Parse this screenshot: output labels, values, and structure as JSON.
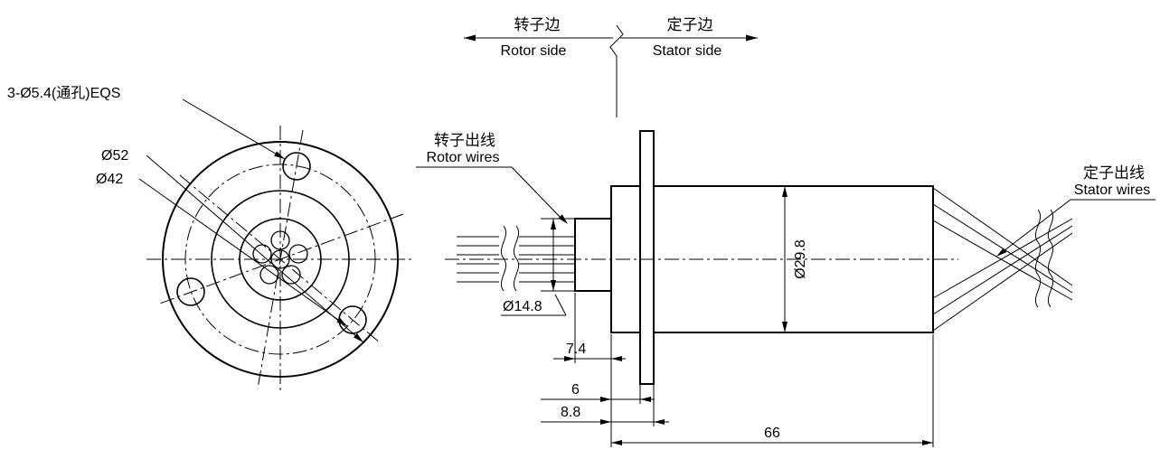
{
  "colors": {
    "ink": "#000000",
    "background": "#ffffff"
  },
  "front_view": {
    "hole_callout": "3-Ø5.4(通孔)EQS",
    "dim_outer": "Ø52",
    "dim_bolt_circle": "Ø42"
  },
  "side_view": {
    "rotor_side": {
      "zh": "转子边",
      "en": "Rotor side"
    },
    "stator_side": {
      "zh": "定子边",
      "en": "Stator side"
    },
    "rotor_wires": {
      "zh": "转子出线",
      "en": "Rotor wires"
    },
    "stator_wires": {
      "zh": "定子出线",
      "en": "Stator wires"
    },
    "dim_shaft": "Ø14.8",
    "dim_body": "Ø29.8",
    "dim_shaft_len": "7.4",
    "dim_flange_offset": "6",
    "dim_flange_total": "8.8",
    "dim_body_len": "66"
  }
}
